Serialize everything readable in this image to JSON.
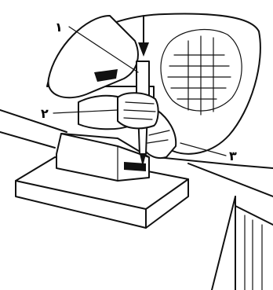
{
  "figure": {
    "callouts": [
      {
        "id": "1",
        "label": "۱"
      },
      {
        "id": "2",
        "label": "۲"
      },
      {
        "id": "3",
        "label": "۳"
      }
    ]
  }
}
